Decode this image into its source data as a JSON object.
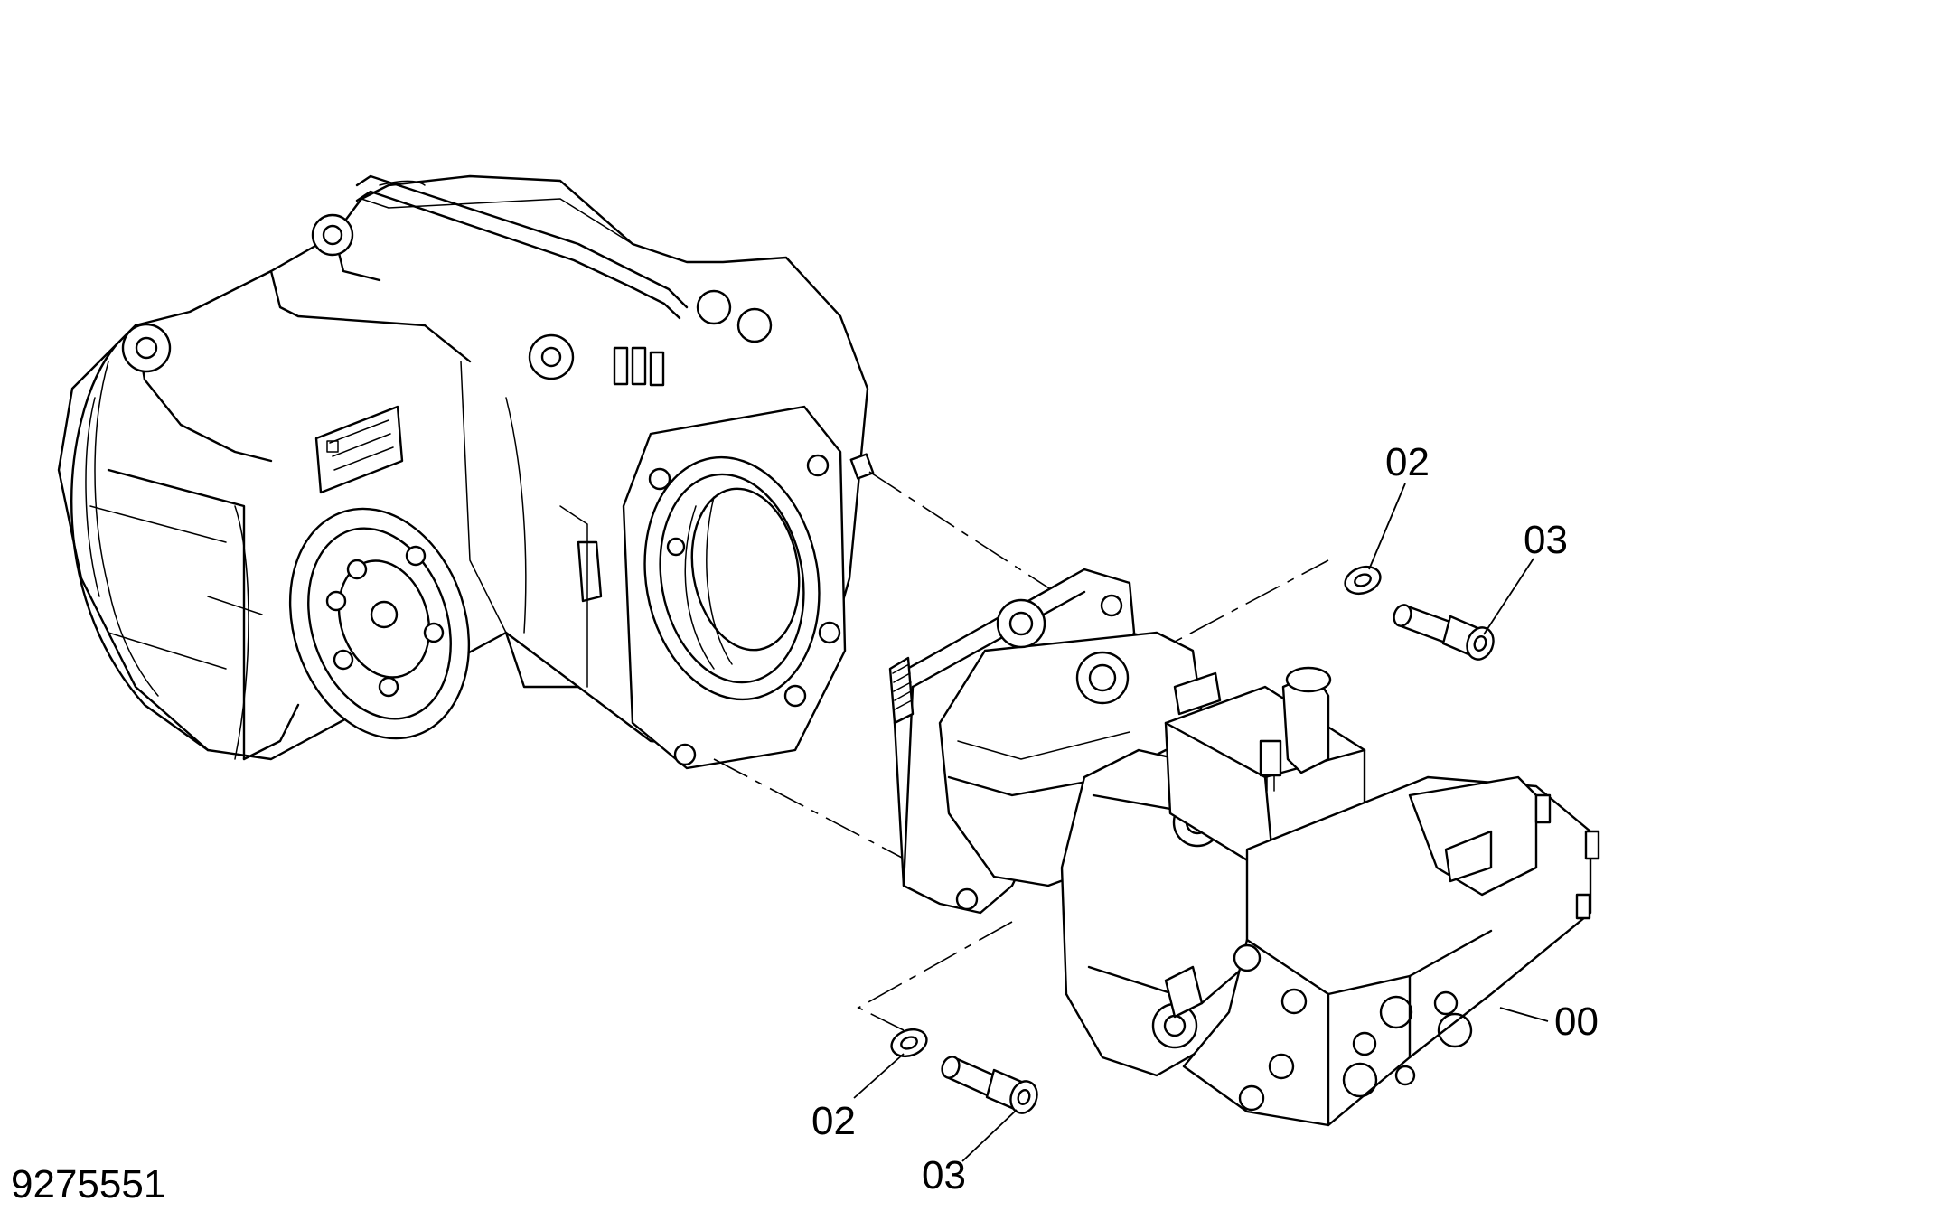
{
  "drawing_id": "9275551",
  "callouts": [
    {
      "id": "c02a",
      "text": "02"
    },
    {
      "id": "c03a",
      "text": "03"
    },
    {
      "id": "c02b",
      "text": "02"
    },
    {
      "id": "c03b",
      "text": "03"
    },
    {
      "id": "c00",
      "text": "00"
    }
  ]
}
